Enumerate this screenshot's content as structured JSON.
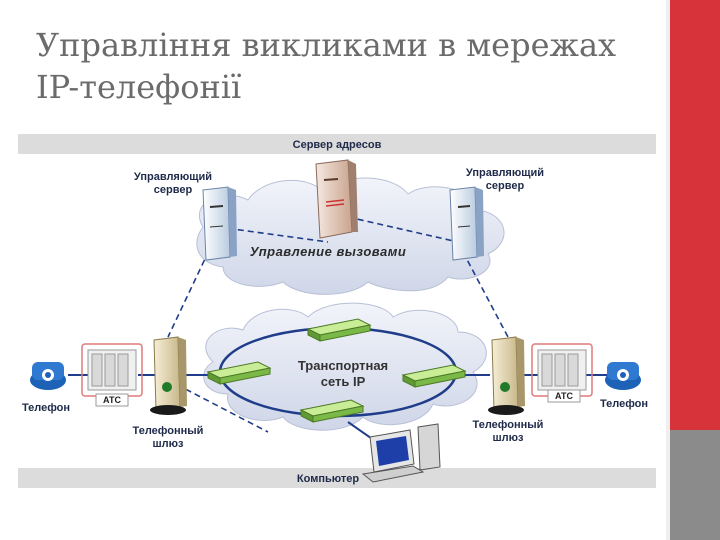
{
  "slide": {
    "title": "Управління викликами в мережах IP-телефонії"
  },
  "diagram": {
    "top_bar_label": "Сервер адресов",
    "control_server_left": [
      "Управляющий",
      "сервер"
    ],
    "control_server_right": [
      "Управляющий",
      "сервер"
    ],
    "call_control_label": "Управление вызовами",
    "transport_network": [
      "Транспортная",
      "сеть IP"
    ],
    "phone_left": "Телефон",
    "phone_right": "Телефон",
    "pbx_left": "АТС",
    "pbx_right": "АТС",
    "gateway_left": [
      "Телефонный",
      "шлюз"
    ],
    "gateway_right": [
      "Телефонный",
      "шлюз"
    ],
    "computer_label": "Компьютер"
  },
  "colors": {
    "accent_red": "#d7333a",
    "sidebar_gray": "#8b8b8b",
    "cloud_fill": "#dfe4f0",
    "network_ring": "#1f3d8a",
    "switch_green": "#a6d66a",
    "bar_fill": "#dcdcdc"
  }
}
